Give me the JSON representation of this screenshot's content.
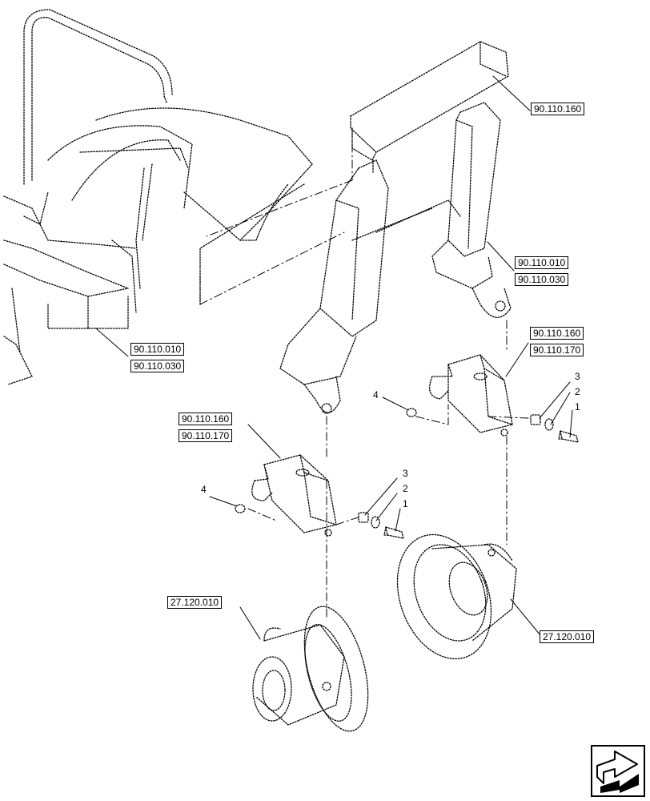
{
  "references": {
    "tr_top": "90.110.160",
    "mid_a": "90.110.010",
    "mid_b": "90.110.030",
    "left_a": "90.110.010",
    "left_b": "90.110.030",
    "right_br_a": "90.110.160",
    "right_br_b": "90.110.170",
    "left_br_a": "90.110.160",
    "left_br_b": "90.110.170",
    "left_hub": "27.120.010",
    "right_hub": "27.120.010"
  },
  "callouts": {
    "r1": "1",
    "r2": "2",
    "r3": "3",
    "r4": "4",
    "l1": "1",
    "l2": "2",
    "l3": "3",
    "l4": "4"
  },
  "icons": {
    "nav": "next-page-arrow-icon"
  },
  "colors": {
    "line": "#000000",
    "background": "#ffffff"
  }
}
